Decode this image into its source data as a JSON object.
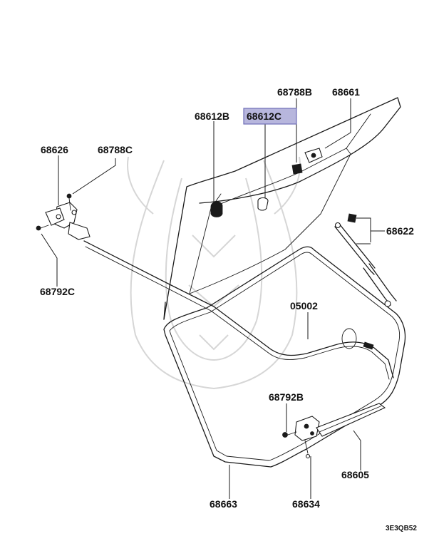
{
  "labels": {
    "p68788B": "68788B",
    "p68661": "68661",
    "p68612B": "68612B",
    "p68612C": "68612C",
    "p68626": "68626",
    "p68788C": "68788C",
    "p68622": "68622",
    "p68792C": "68792C",
    "p05002": "05002",
    "p68792B": "68792B",
    "p68605": "68605",
    "p68663": "68663",
    "p68634": "68634"
  },
  "diagram_code": "3E3QB52",
  "highlight_label": "68612C",
  "colors": {
    "highlight_fill": "#b7b6dd",
    "highlight_border": "#6f6fb8",
    "ink": "#1a1a1a",
    "watermark": "#d6d6d6"
  }
}
